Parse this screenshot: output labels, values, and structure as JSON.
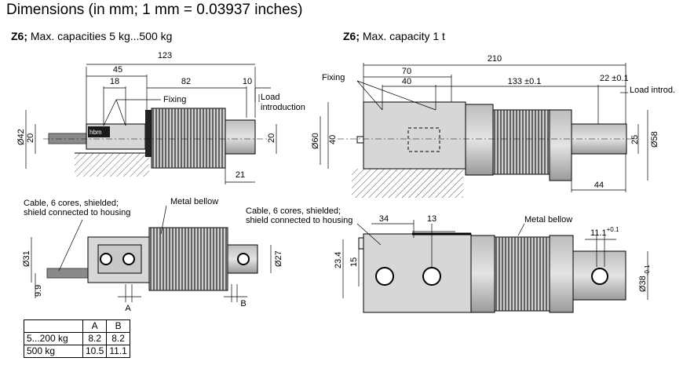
{
  "title": "Dimensions (in mm; 1 mm = 0.03937 inches)",
  "left_heading": {
    "bold": "Z6;",
    "text": " Max. capacities 5 kg...500 kg"
  },
  "right_heading": {
    "bold": "Z6;",
    "text": " Max. capacity 1 t"
  },
  "left_top": {
    "d123": "123",
    "d45": "45",
    "d18": "18",
    "d82": "82",
    "d10": "10",
    "fixing": "Fixing",
    "load1": "Load",
    "load2": "introduction",
    "d42": "Ø42",
    "d20a": "20",
    "d20b": "20",
    "d21": "21",
    "logo": "hbm"
  },
  "left_bottom": {
    "cable1": "Cable, 6 cores, shielded;",
    "cable2": "shield connected to housing",
    "bellow": "Metal bellow",
    "d31": "Ø31",
    "d27": "Ø27",
    "d99": "9.9",
    "a": "A",
    "b": "B"
  },
  "right_top": {
    "d210": "210",
    "d70": "70",
    "d40": "40",
    "d133": "133 ±0.1",
    "d22": "22 ±0.1",
    "fixing": "Fixing",
    "load": "Load introd.",
    "d60": "Ø60",
    "d40v": "40",
    "d25": "25",
    "d58": "Ø58",
    "d44": "44"
  },
  "right_bottom": {
    "cable1": "Cable, 6 cores, shielded;",
    "cable2": "shield connected to housing",
    "d34": "34",
    "d13": "13",
    "bellow": "Metal bellow",
    "d111": "11.1",
    "d111sup": "+0.1",
    "d234": "23.4",
    "d15": "15",
    "d38": "Ø38",
    "d38sub": "-0.1"
  },
  "table": {
    "headers": [
      "",
      "A",
      "B"
    ],
    "rows": [
      [
        "5...200 kg",
        "8.2",
        "8.2"
      ],
      [
        "500 kg",
        "10.5",
        "11.1"
      ]
    ]
  }
}
